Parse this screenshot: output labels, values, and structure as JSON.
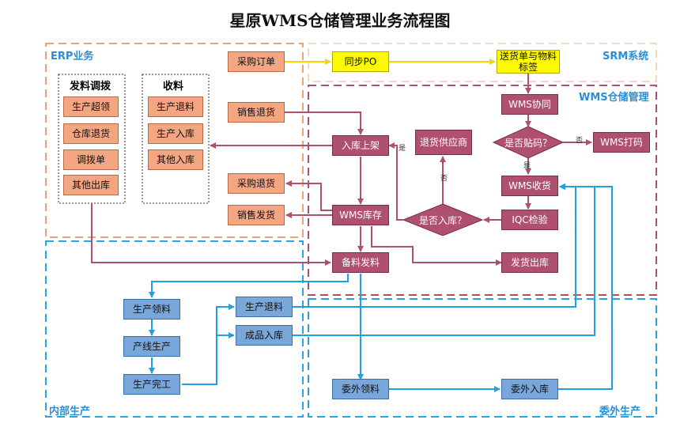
{
  "title": "星原WMS仓储管理业务流程图",
  "regions": {
    "erp": "ERP业务",
    "srm": "SRM系统",
    "wms": "WMS仓储管理",
    "internal": "内部生产",
    "outsource": "委外生产"
  },
  "groups": {
    "issue": "发料调拨",
    "receive": "收料"
  },
  "erp_issue_items": [
    "生产超领",
    "仓库退货",
    "调拨单",
    "其他出库"
  ],
  "erp_receive_items": [
    "生产退料",
    "生产入库",
    "其他入库"
  ],
  "erp_right": {
    "purchase_order": "采购订单",
    "sales_return": "销售退货",
    "purchase_return": "采购退货",
    "sales_delivery": "销售发货"
  },
  "srm": {
    "sync_po": "同步PO",
    "delivery_note": "送货单与物料标签"
  },
  "wms": {
    "collaborate": "WMS协同",
    "is_labeled": "是否贴码？",
    "print_code": "WMS打码",
    "receive": "WMS收货",
    "iqc": "IQC检验",
    "is_stock_in": "是否入库？",
    "return_supplier": "退货供应商",
    "put_away": "入库上架",
    "inventory": "WMS库存",
    "picking": "备料发料",
    "shipping": "发货出库"
  },
  "internal": {
    "requisition": "生产领料",
    "line_production": "产线生产",
    "completion": "生产完工",
    "material_return": "生产退料",
    "finished_in": "成品入库"
  },
  "outsource": {
    "requisition": "委外领料",
    "stock_in": "委外入库"
  },
  "edge_labels": {
    "yes": "是",
    "no": "否"
  },
  "colors": {
    "erp_border": "#f0a27a",
    "srm_border": "#f8d8b8",
    "wms_border": "#b0506f",
    "internal_border": "#29a6e0",
    "flow_maroon": "#b0506f",
    "flow_yellow": "#ffee00",
    "flow_blue": "#1ea0e6"
  }
}
